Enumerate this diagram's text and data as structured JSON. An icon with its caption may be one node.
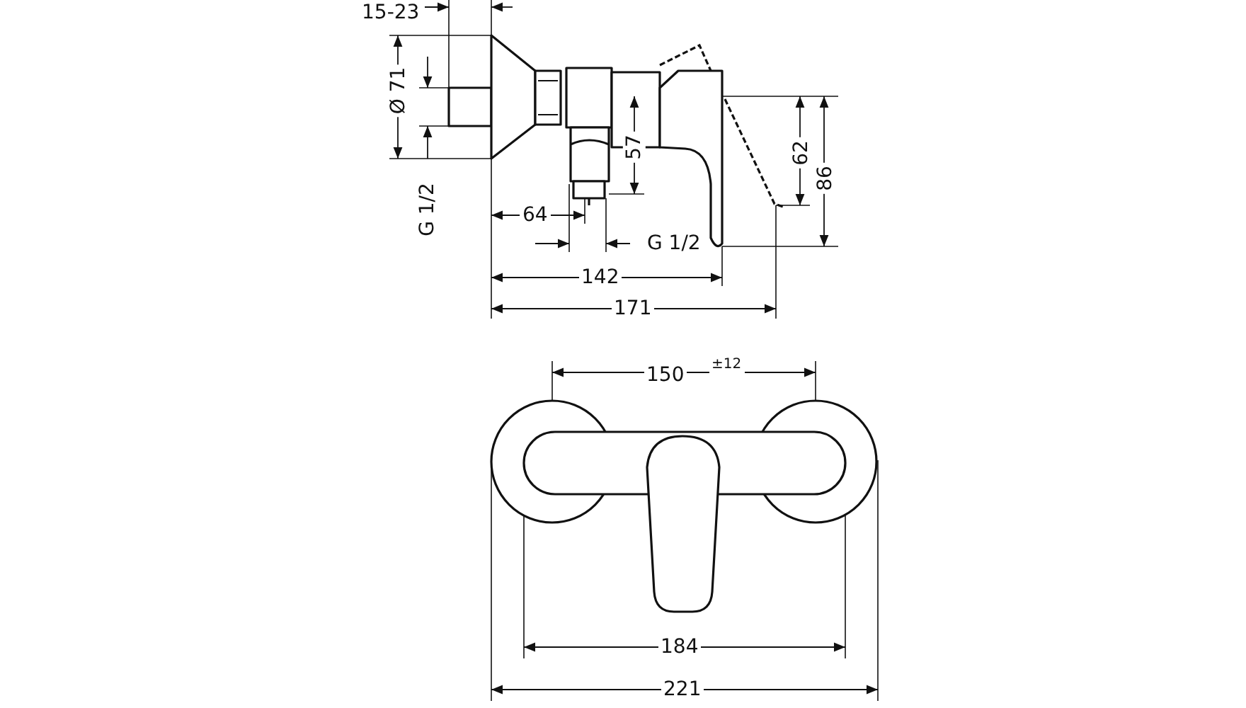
{
  "diagram": {
    "labels": [
      "15-23",
      "Ø 71",
      "G 1/2",
      "57",
      "62",
      "86",
      "64",
      "G 1/2",
      "142",
      "171",
      "150",
      "±12",
      "184",
      "221"
    ]
  }
}
